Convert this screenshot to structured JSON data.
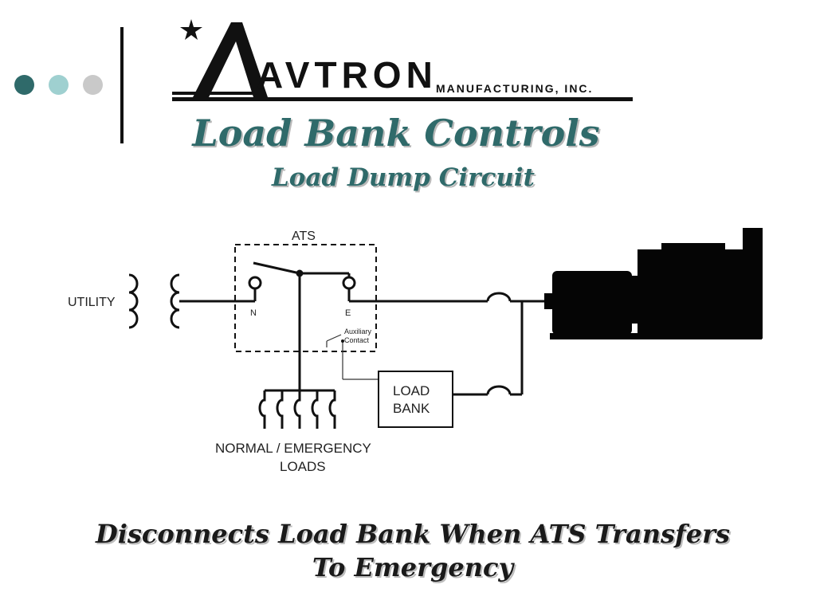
{
  "slide": {
    "dot_colors": [
      "#2f6a6a",
      "#9fd0d0",
      "#c9c9c9"
    ],
    "logo": {
      "brand": "AVTRON",
      "tagline": "MANUFACTURING, INC."
    },
    "title": "Load Bank Controls",
    "subtitle": "Load Dump Circuit",
    "caption_line1": "Disconnects Load Bank When ATS Transfers",
    "caption_line2": "To Emergency"
  },
  "diagram": {
    "ats_label": "ATS",
    "utility_label": "UTILITY",
    "normal_terminal": "N",
    "emergency_terminal": "E",
    "aux_contact_line1": "Auxiliary",
    "aux_contact_line2": "Contact",
    "load_bank_line1": "LOAD",
    "load_bank_line2": "BANK",
    "loads_line1": "NORMAL / EMERGENCY",
    "loads_line2": "LOADS"
  },
  "colors": {
    "accent": "#2f6a6a",
    "ink": "#111111"
  }
}
